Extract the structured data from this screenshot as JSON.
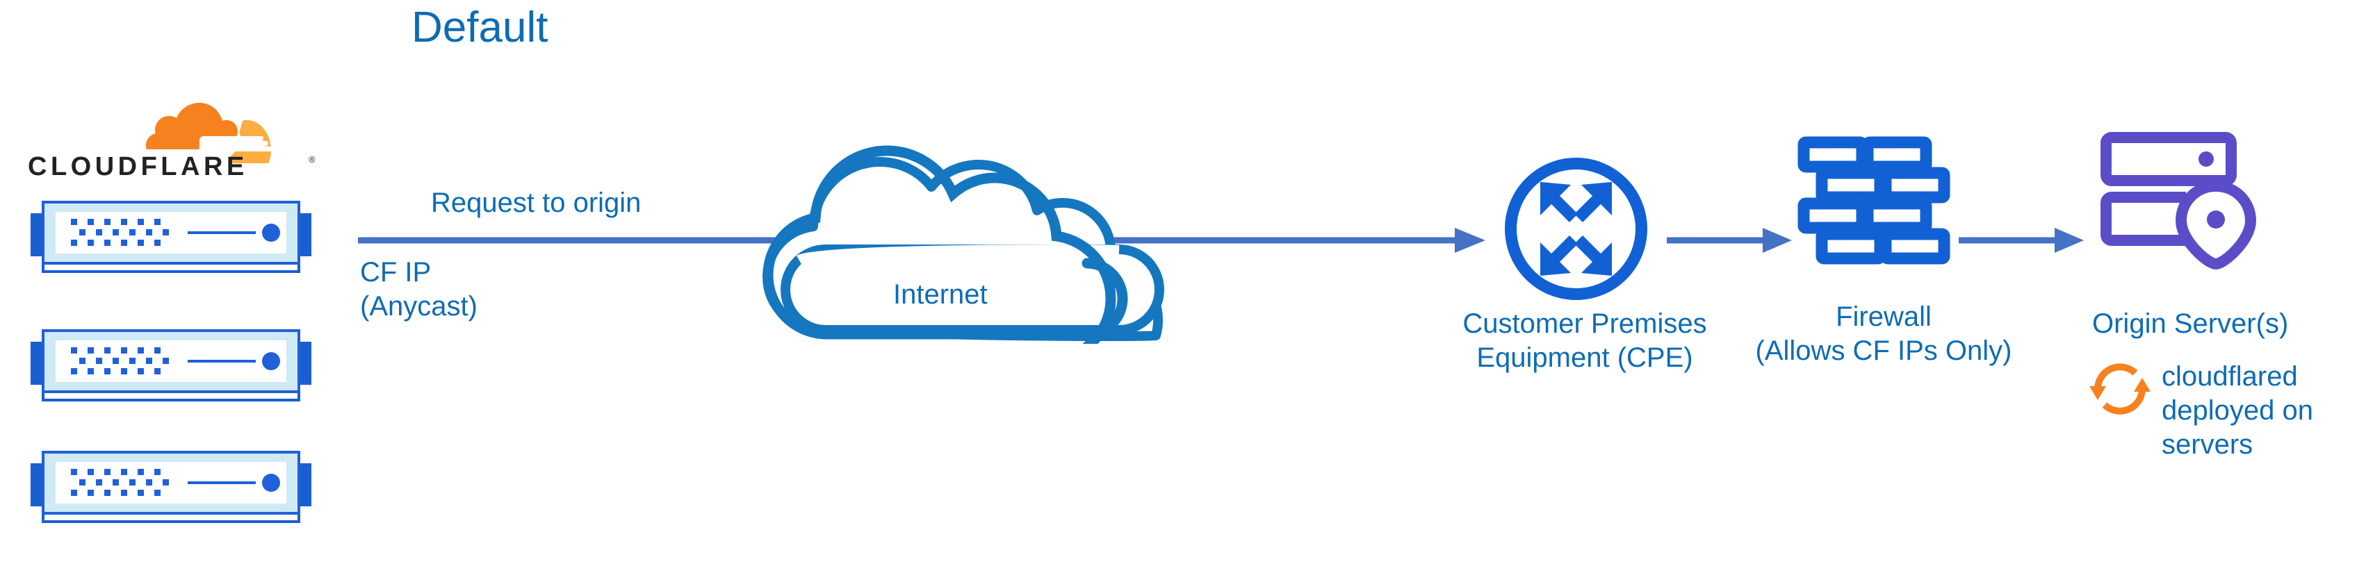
{
  "diagram": {
    "title": "Default",
    "colors": {
      "text_blue": "#0d6cb5",
      "icon_blue": "#1161d4",
      "arrow_blue": "#4472c4",
      "cloud_blue": "#1477c0",
      "origin_purple": "#5b4dc8",
      "cloudflare_orange": "#f6821f",
      "cloudflare_orange_light": "#fbad41",
      "wordmark_black": "#222222",
      "server_body": "#cfeaf4",
      "background": "#ffffff"
    },
    "logo": {
      "name": "cloudflare-logo",
      "wordmark": "CLOUDFLARE",
      "trademark": "®"
    },
    "nodes": [
      {
        "id": "cf-edge",
        "icon": "server-stack-icon",
        "count": 3,
        "label_lines": [
          "CF IP",
          "(Anycast)"
        ],
        "label": "CF IP\n(Anycast)"
      },
      {
        "id": "internet",
        "icon": "cloud-icon",
        "label": "Internet"
      },
      {
        "id": "cpe",
        "icon": "router-icon",
        "label_lines": [
          "Customer Premises",
          "Equipment (CPE)"
        ],
        "label": "Customer Premises\nEquipment (CPE)"
      },
      {
        "id": "firewall",
        "icon": "brick-wall-icon",
        "label_lines": [
          "Firewall",
          "(Allows CF IPs Only)"
        ],
        "label": "Firewall\n(Allows CF IPs Only)"
      },
      {
        "id": "origin",
        "icon": "origin-server-icon",
        "label": "Origin Server(s)",
        "annotation_icon": "sync-arrows-icon",
        "annotation_lines": [
          "cloudflared",
          "deployed on",
          "servers"
        ],
        "annotation": "cloudflared\ndeployed on\nservers"
      }
    ],
    "edges": [
      {
        "id": "edge-request",
        "label": "Request to origin",
        "from": "cf-edge",
        "to": "cpe"
      },
      {
        "id": "edge-cpe-firewall",
        "label": "",
        "from": "cpe",
        "to": "firewall"
      },
      {
        "id": "edge-firewall-origin",
        "label": "",
        "from": "firewall",
        "to": "origin"
      }
    ]
  }
}
